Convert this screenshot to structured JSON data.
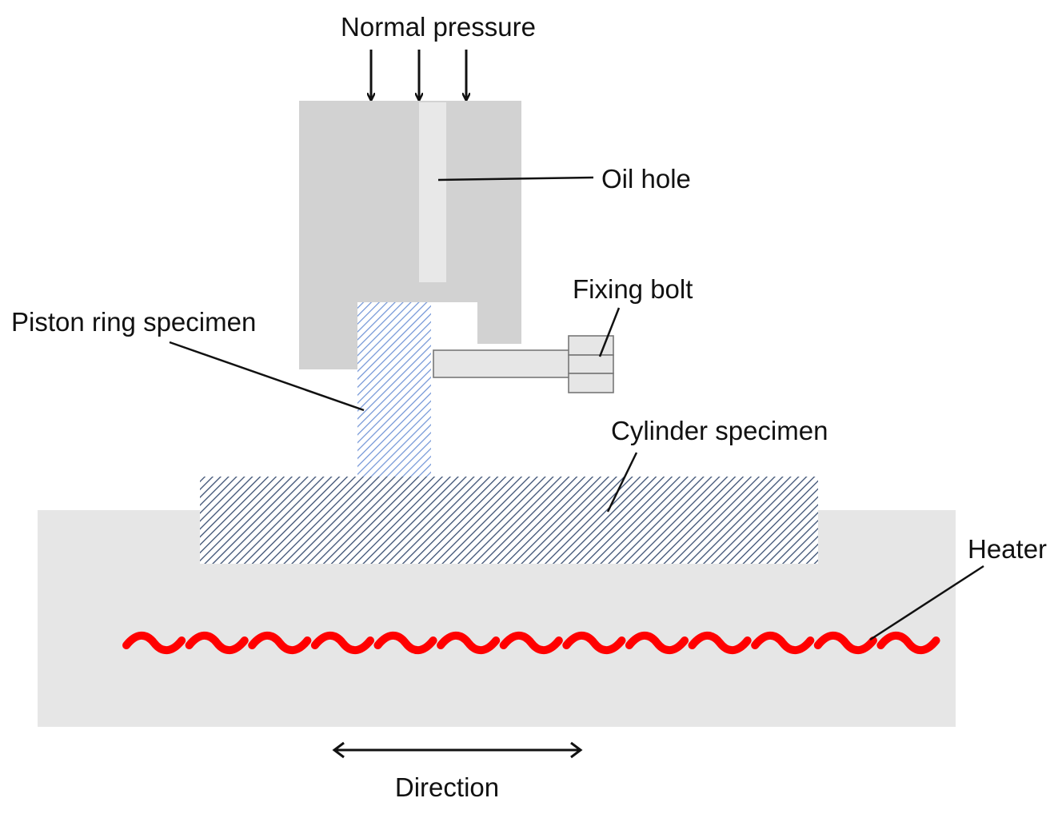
{
  "labels": {
    "normal_pressure": "Normal pressure",
    "oil_hole": "Oil hole",
    "fixing_bolt": "Fixing bolt",
    "piston_ring_specimen": "Piston ring specimen",
    "cylinder_specimen": "Cylinder specimen",
    "heater": "Heater",
    "direction": "Direction"
  },
  "colors": {
    "holder": "#d2d2d2",
    "oil_hole": "#e8e8e8",
    "heater_block": "#e6e6e6",
    "piston_hatch": "#6f93d6",
    "cylinder_hatch": "#3a4f72",
    "heater_wave": "#ff0000",
    "line": "#111111"
  },
  "heater_wave_count": 13
}
